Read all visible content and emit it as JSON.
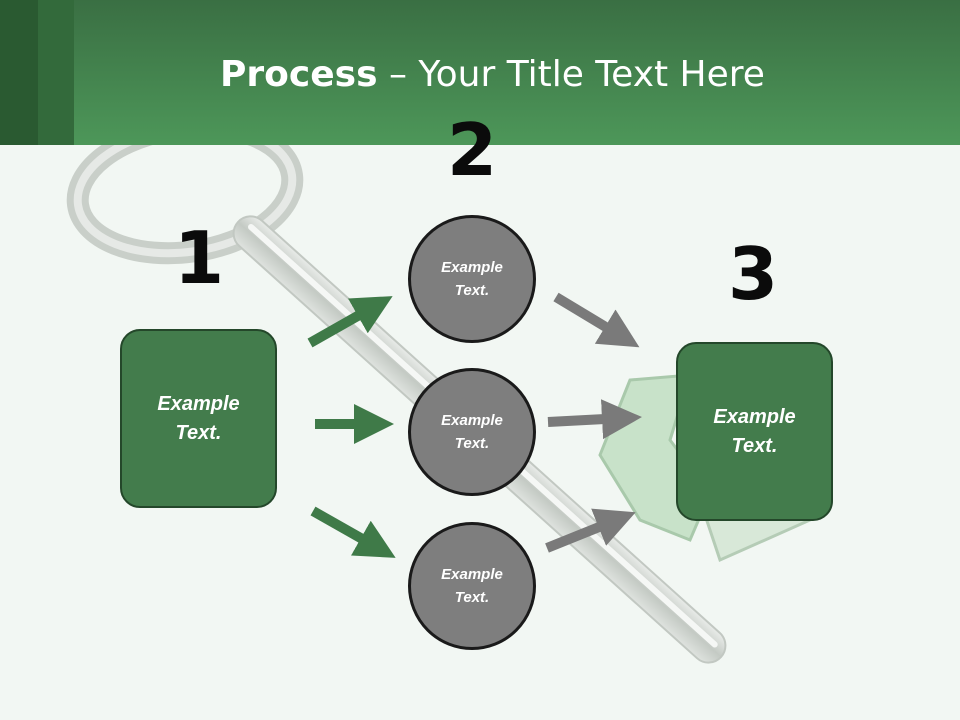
{
  "header": {
    "title_bold": "Process",
    "title_rest": " – Your Title Text Here"
  },
  "steps": {
    "one": "1",
    "two": "2",
    "three": "3"
  },
  "nodes": {
    "left_box": "Example Text.",
    "circle_top": "Example Text.",
    "circle_middle": "Example Text.",
    "circle_bottom": "Example Text.",
    "right_box": "Example Text."
  },
  "colors": {
    "header_green": "#4d9759",
    "box_green": "#437c4c",
    "circle_gray": "#7e7e7e",
    "arrow_green": "#3f7a48",
    "arrow_gray": "#7a7a7a",
    "background": "#f2f7f3"
  },
  "icons": {
    "background_image": "key-icon"
  }
}
